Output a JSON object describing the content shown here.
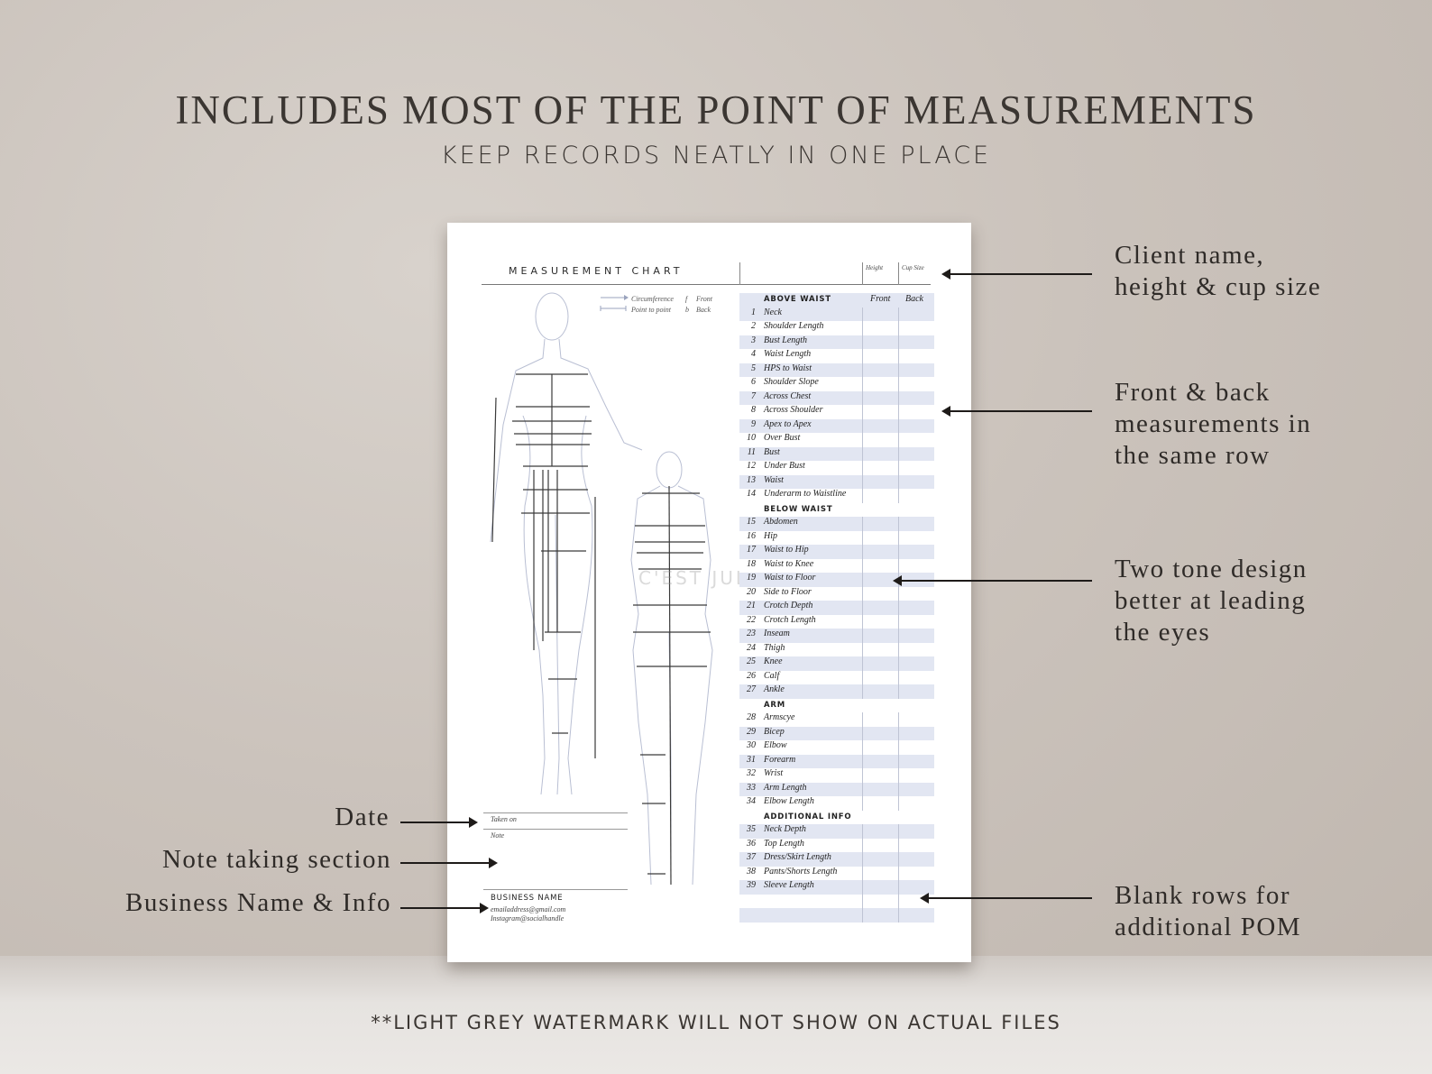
{
  "header": {
    "headline": "INCLUDES MOST OF THE POINT OF MEASUREMENTS",
    "subline": "KEEP RECORDS NEATLY IN ONE PLACE"
  },
  "footnote": "**LIGHT GREY WATERMARK WILL NOT SHOW ON ACTUAL FILES",
  "annotations": {
    "right": [
      {
        "lines": [
          "Client name,",
          "height & cup size"
        ]
      },
      {
        "lines": [
          "Front & back",
          "measurements in",
          "the same row"
        ]
      },
      {
        "lines": [
          "Two tone design",
          "better at leading",
          "the eyes"
        ]
      },
      {
        "lines": [
          "Blank rows for",
          "additional POM"
        ]
      }
    ],
    "left": [
      "Date",
      "Note taking section",
      "Business Name & Info"
    ]
  },
  "sheet": {
    "title": "MEASUREMENT CHART",
    "height_label": "Height",
    "cup_label": "Cup Size",
    "legend": {
      "circumference": "Circumference",
      "point_to_point": "Point to point",
      "front": "Front",
      "back": "Back",
      "front_key": "f",
      "back_key": "b"
    },
    "taken_on": "Taken on",
    "note": "Note",
    "business_name": "BUSINESS NAME",
    "email": "emailaddress@gmail.com",
    "instagram": "Instagram@socialhandle",
    "watermark": "C'EST JUL",
    "table": {
      "front_label": "Front",
      "back_label": "Back",
      "sections": [
        {
          "title": "ABOVE WAIST",
          "rows": [
            [
              "1",
              "Neck"
            ],
            [
              "2",
              "Shoulder Length"
            ],
            [
              "3",
              "Bust Length"
            ],
            [
              "4",
              "Waist Length"
            ],
            [
              "5",
              "HPS to Waist"
            ],
            [
              "6",
              "Shoulder Slope"
            ],
            [
              "7",
              "Across Chest"
            ],
            [
              "8",
              "Across Shoulder"
            ],
            [
              "9",
              "Apex to Apex"
            ],
            [
              "10",
              "Over Bust"
            ],
            [
              "11",
              "Bust"
            ],
            [
              "12",
              "Under Bust"
            ],
            [
              "13",
              "Waist"
            ],
            [
              "14",
              "Underarm to Waistline"
            ]
          ]
        },
        {
          "title": "BELOW WAIST",
          "rows": [
            [
              "15",
              "Abdomen"
            ],
            [
              "16",
              "Hip"
            ],
            [
              "17",
              "Waist to Hip"
            ],
            [
              "18",
              "Waist to Knee"
            ],
            [
              "19",
              "Waist to Floor"
            ],
            [
              "20",
              "Side to Floor"
            ],
            [
              "21",
              "Crotch Depth"
            ],
            [
              "22",
              "Crotch Length"
            ],
            [
              "23",
              "Inseam"
            ],
            [
              "24",
              "Thigh"
            ],
            [
              "25",
              "Knee"
            ],
            [
              "26",
              "Calf"
            ],
            [
              "27",
              "Ankle"
            ]
          ]
        },
        {
          "title": "ARM",
          "rows": [
            [
              "28",
              "Armscye"
            ],
            [
              "29",
              "Bicep"
            ],
            [
              "30",
              "Elbow"
            ],
            [
              "31",
              "Forearm"
            ],
            [
              "32",
              "Wrist"
            ],
            [
              "33",
              "Arm Length"
            ],
            [
              "34",
              "Elbow Length"
            ]
          ]
        },
        {
          "title": "ADDITIONAL INFO",
          "rows": [
            [
              "35",
              "Neck Depth"
            ],
            [
              "36",
              "Top Length"
            ],
            [
              "37",
              "Dress/Skirt Length"
            ],
            [
              "38",
              "Pants/Shorts Length"
            ],
            [
              "39",
              "Sleeve Length"
            ],
            [
              "",
              ""
            ],
            [
              "",
              ""
            ]
          ]
        }
      ]
    }
  }
}
